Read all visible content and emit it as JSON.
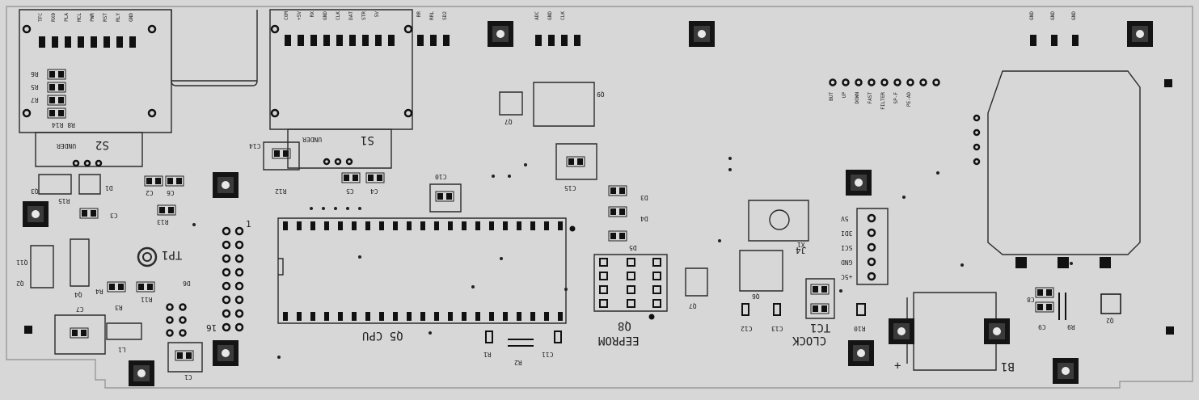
{
  "board": {
    "colors": {
      "background": "#d7d7d7",
      "silkscreen": "#2b2b2b",
      "pad": "#111111"
    }
  },
  "top_pins_left": [
    "TFC",
    "RX0",
    "PLA",
    "MCL",
    "PWR",
    "RST",
    "RLY",
    "GND"
  ],
  "top_pins_mid": [
    "COM",
    "+5V",
    "RX",
    "GND",
    "CLK",
    "DAT",
    "STR",
    "5V"
  ],
  "top_pins_mid2": [
    "RR",
    "RRL",
    "SD2"
  ],
  "top_pins_mid3": [
    "ADC",
    "GND",
    "CLK"
  ],
  "top_pins_right": [
    "GND",
    "GND",
    "GND"
  ],
  "right_header_labels": [
    "BUT",
    "UP",
    "DOWN",
    "FAST",
    "FILTER",
    "SP-F",
    "PE-AD"
  ],
  "j4_labels": [
    "5V",
    "3DI",
    "SCI",
    "GND",
    "+5C"
  ],
  "labels": {
    "s2": "S2",
    "s2_under": "UNDER",
    "s1": "S1",
    "s1_under": "UNDER",
    "q5": "Q5 CPU",
    "q8": "Q8",
    "eeprom": "EEPROM",
    "clock": "CLOCK",
    "tc1": "TC1",
    "b1": "B1",
    "tp1": "TP1",
    "j4": "J4",
    "x1": "X1",
    "pin1": "1",
    "pin16": "16",
    "plus": "+",
    "r8r14": "R8 R14",
    "r6": "R6",
    "r5": "R5",
    "r7": "R7",
    "q3": "Q3",
    "d1": "D1",
    "r15": "R15",
    "c2": "C2",
    "c6": "C6",
    "c3": "C3",
    "r13": "R13",
    "q11": "Q11",
    "q2": "Q2",
    "q4": "Q4",
    "r4": "R4",
    "r3": "R3",
    "r11": "R11",
    "d6": "D6",
    "c7": "C7",
    "l1": "L1",
    "c1": "C1",
    "c14": "C14",
    "r12": "R12",
    "c5": "C5",
    "c4": "C4",
    "c10": "C10",
    "q7": "Q7",
    "q9": "Q9",
    "c15": "C15",
    "d3": "D3",
    "d4": "D4",
    "d5": "D5",
    "r1": "R1",
    "r2": "R2",
    "c11": "C11",
    "q7b": "Q7",
    "q6": "Q6",
    "c12": "C12",
    "c13": "C13",
    "r10": "R10",
    "c8": "C8",
    "c9": "C9",
    "r9": "R9",
    "q2b": "Q2"
  }
}
